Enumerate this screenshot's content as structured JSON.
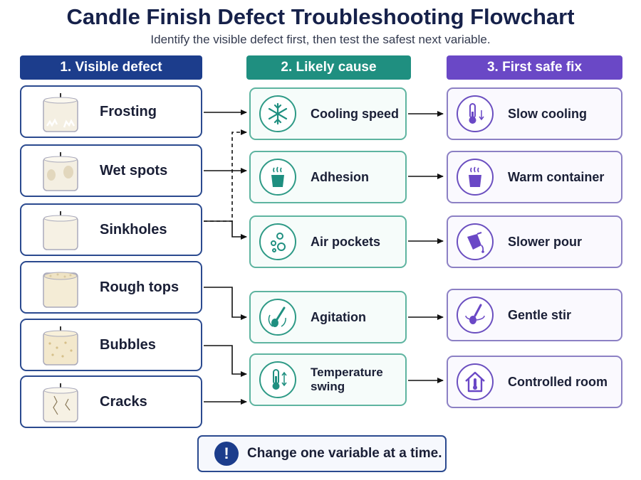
{
  "title": "Candle Finish Defect Troubleshooting Flowchart",
  "subtitle": "Identify the visible defect first, then test the safest next variable.",
  "columns": [
    {
      "label": "1. Visible defect",
      "color": "#1c3d8c"
    },
    {
      "label": "2. Likely cause",
      "color": "#1f8f80"
    },
    {
      "label": "3. First safe fix",
      "color": "#6a48c6"
    }
  ],
  "defects": [
    {
      "label": "Frosting",
      "icon": "frosted-candle-icon"
    },
    {
      "label": "Wet spots",
      "icon": "wet-spot-candle-icon"
    },
    {
      "label": "Sinkholes",
      "icon": "sinkhole-candle-icon"
    },
    {
      "label": "Rough tops",
      "icon": "rough-top-candle-icon"
    },
    {
      "label": "Bubbles",
      "icon": "bubbled-candle-icon"
    },
    {
      "label": "Cracks",
      "icon": "cracked-candle-icon"
    }
  ],
  "causes": [
    {
      "label": "Cooling speed",
      "icon": "snowflake-icon"
    },
    {
      "label": "Adhesion",
      "icon": "steaming-cup-icon"
    },
    {
      "label": "Air pockets",
      "icon": "bubbles-icon"
    },
    {
      "label": "Agitation",
      "icon": "stirring-spoon-icon"
    },
    {
      "label": "Temperature swing",
      "line1": "Temperature",
      "line2": "swing",
      "icon": "thermometer-arrows-icon"
    }
  ],
  "fixes": [
    {
      "label": "Slow cooling",
      "icon": "thermometer-down-icon"
    },
    {
      "label": "Warm container",
      "icon": "warm-cup-icon"
    },
    {
      "label": "Slower pour",
      "icon": "pouring-pitcher-icon"
    },
    {
      "label": "Gentle stir",
      "icon": "gentle-stir-icon"
    },
    {
      "label": "Controlled room",
      "icon": "house-thermometer-icon"
    }
  ],
  "note": {
    "text": "Change one variable at a time.",
    "icon": "exclamation-icon"
  }
}
